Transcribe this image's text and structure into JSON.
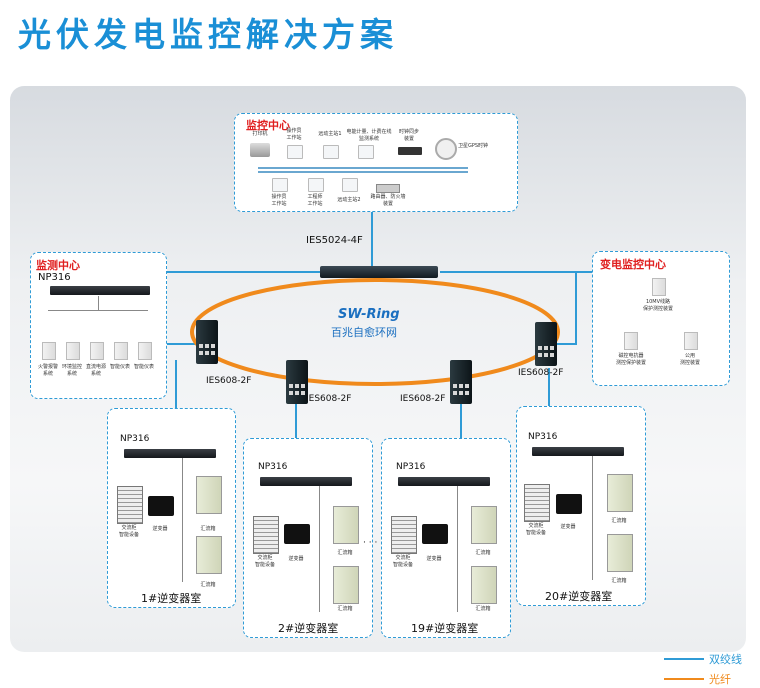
{
  "title": "光伏发电监控解决方案",
  "monitor_center": {
    "label": "监控中心",
    "printer": "打印机",
    "op_station_1": "操作员\n工作站",
    "remote_1": "远动主站1",
    "metering": "电能计量、计费在线监测系统",
    "time_sync": "时钟同步\n装置",
    "gps": "卫星GPS时钟",
    "op_station_2": "操作员\n工作站",
    "eng_station": "工程师\n工作站",
    "remote_2": "远动主站2",
    "router": "路由器、防火墙\n装置"
  },
  "core_switch": "IES5024-4F",
  "ring": {
    "name": "SW-Ring",
    "desc": "百兆自愈环网"
  },
  "detection_center": {
    "label": "监测中心",
    "server": "NP316",
    "devices": [
      "火警报警\n系统",
      "环境监控\n系统",
      "直流电源\n系统",
      "智能仪表",
      "智能仪表"
    ]
  },
  "substation_center": {
    "label": "变电监控中心",
    "dev1": "10MV线路\n保护测控装置",
    "dev2": "磁控电抗器\n测控保护装置",
    "dev3": "公用\n测控装置"
  },
  "ring_switches": [
    "IES608-2F",
    "IES608-2F",
    "IES608-2F",
    "IES608-2F"
  ],
  "inverter_rooms": [
    {
      "server": "NP316",
      "ac": "交流柜\n智能设备",
      "inverter": "逆变器",
      "combiner1": "汇流箱",
      "combiner2": "汇流箱",
      "name": "1#逆变器室"
    },
    {
      "server": "NP316",
      "ac": "交流柜\n智能设备",
      "inverter": "逆变器",
      "combiner1": "汇流箱",
      "combiner2": "汇流箱",
      "name": "2#逆变器室"
    },
    {
      "server": "NP316",
      "ac": "交流柜\n智能设备",
      "inverter": "逆变器",
      "combiner1": "汇流箱",
      "combiner2": "汇流箱",
      "name": "19#逆变器室"
    },
    {
      "server": "NP316",
      "ac": "交流柜\n智能设备",
      "inverter": "逆变器",
      "combiner1": "汇流箱",
      "combiner2": "汇流箱",
      "name": "20#逆变器室"
    }
  ],
  "ellipsis": "· · · ·",
  "legend": {
    "twisted": "双绞线",
    "fiber": "光纤"
  },
  "colors": {
    "twisted": "#2f9bd6",
    "fiber": "#f08a1c"
  }
}
